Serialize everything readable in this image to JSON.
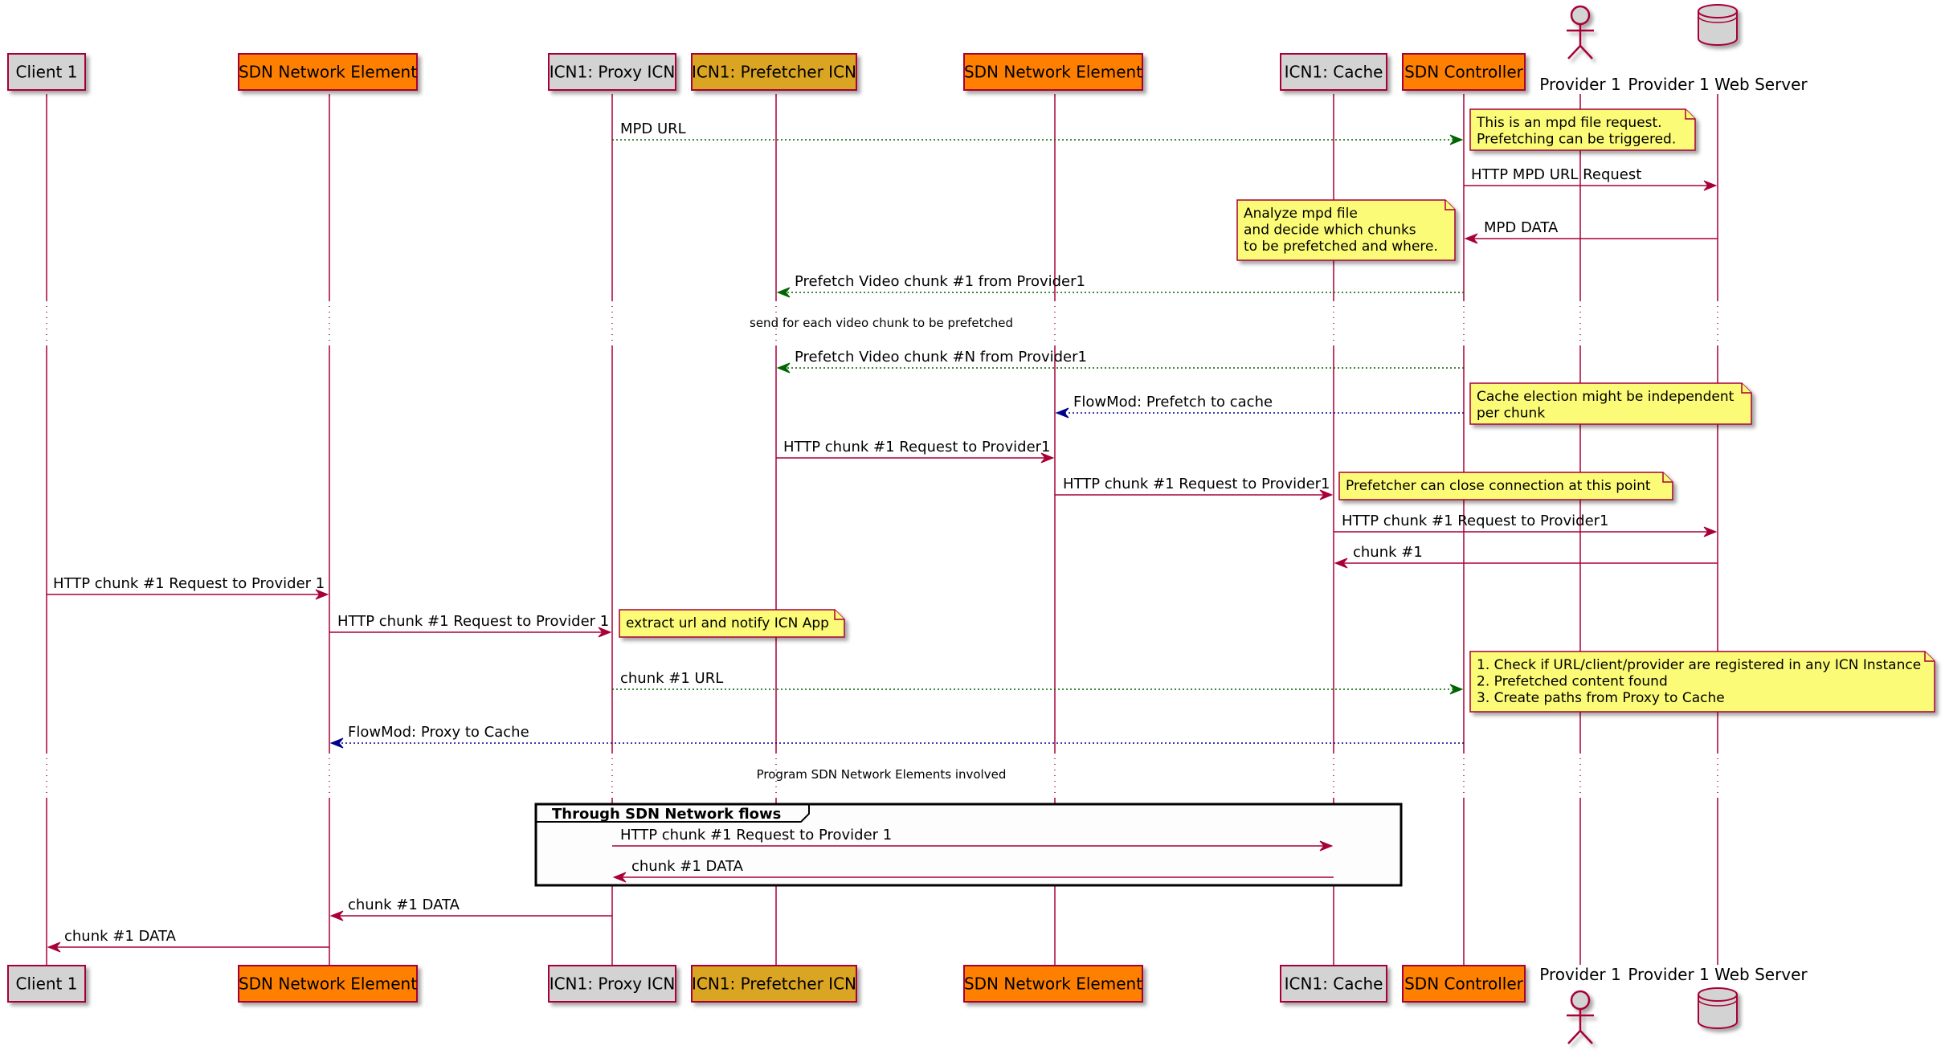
{
  "participants": [
    {
      "id": "client1",
      "label": "Client 1",
      "kind": "box",
      "fill": "#d3d3d3"
    },
    {
      "id": "sdn1",
      "label": "SDN Network Element",
      "kind": "box",
      "fill": "#ff8000"
    },
    {
      "id": "proxy",
      "label": "ICN1: Proxy ICN",
      "kind": "box",
      "fill": "#d3d3d3"
    },
    {
      "id": "prefetcher",
      "label": "ICN1: Prefetcher ICN",
      "kind": "box",
      "fill": "#daa520"
    },
    {
      "id": "sdn2",
      "label": "SDN Network Element",
      "kind": "box",
      "fill": "#ff8000"
    },
    {
      "id": "cache",
      "label": "ICN1: Cache",
      "kind": "box",
      "fill": "#d3d3d3"
    },
    {
      "id": "controller",
      "label": "SDN Controller",
      "kind": "box",
      "fill": "#ff8000"
    },
    {
      "id": "provider1",
      "label": "Provider 1",
      "kind": "actor",
      "fill": "#d3d3d3"
    },
    {
      "id": "webserver",
      "label": "Provider 1 Web Server",
      "kind": "database",
      "fill": "#d3d3d3"
    }
  ],
  "messages": [
    {
      "from": "proxy",
      "to": "controller",
      "label": "MPD URL",
      "style": "dotted",
      "color": "#006400"
    },
    {
      "from": "controller",
      "to": "webserver",
      "label": "HTTP MPD URL Request",
      "style": "solid",
      "color": "#a80036"
    },
    {
      "from": "webserver",
      "to": "controller",
      "label": "MPD DATA",
      "style": "solid",
      "color": "#a80036"
    },
    {
      "from": "controller",
      "to": "prefetcher",
      "label": "Prefetch Video chunk #1 from Provider1",
      "style": "dotted",
      "color": "#006400"
    },
    {
      "from": "controller",
      "to": "prefetcher",
      "label": "Prefetch Video chunk #N from Provider1",
      "style": "dotted",
      "color": "#006400"
    },
    {
      "from": "controller",
      "to": "sdn2",
      "label": "FlowMod: Prefetch to cache",
      "style": "dotted",
      "color": "#00008b"
    },
    {
      "from": "prefetcher",
      "to": "sdn2",
      "label": "HTTP chunk #1 Request to Provider1",
      "style": "solid",
      "color": "#a80036"
    },
    {
      "from": "sdn2",
      "to": "cache",
      "label": "HTTP chunk #1 Request to Provider1",
      "style": "solid",
      "color": "#a80036"
    },
    {
      "from": "cache",
      "to": "webserver",
      "label": "HTTP chunk #1 Request to Provider1",
      "style": "solid",
      "color": "#a80036"
    },
    {
      "from": "webserver",
      "to": "cache",
      "label": "chunk #1",
      "style": "solid",
      "color": "#a80036"
    },
    {
      "from": "client1",
      "to": "sdn1",
      "label": "HTTP chunk #1 Request to Provider 1",
      "style": "solid",
      "color": "#a80036"
    },
    {
      "from": "sdn1",
      "to": "proxy",
      "label": "HTTP chunk #1 Request to Provider 1",
      "style": "solid",
      "color": "#a80036"
    },
    {
      "from": "proxy",
      "to": "controller",
      "label": "chunk #1 URL",
      "style": "dotted",
      "color": "#006400"
    },
    {
      "from": "controller",
      "to": "sdn1",
      "label": "FlowMod: Proxy to Cache",
      "style": "dotted",
      "color": "#00008b"
    },
    {
      "from": "proxy",
      "to": "cache",
      "label": "HTTP chunk #1 Request to Provider 1",
      "style": "solid",
      "color": "#a80036"
    },
    {
      "from": "cache",
      "to": "proxy",
      "label": "chunk #1 DATA",
      "style": "solid",
      "color": "#a80036"
    },
    {
      "from": "proxy",
      "to": "sdn1",
      "label": "chunk #1 DATA",
      "style": "solid",
      "color": "#a80036"
    },
    {
      "from": "sdn1",
      "to": "client1",
      "label": "chunk #1 DATA",
      "style": "solid",
      "color": "#a80036"
    }
  ],
  "notes": [
    {
      "lines": [
        "This is an mpd file request.",
        "Prefetching can be triggered."
      ]
    },
    {
      "lines": [
        "Analyze mpd file",
        "and decide which chunks",
        "to be prefetched and where."
      ]
    },
    {
      "lines": [
        "Cache election might be independent",
        "per chunk"
      ]
    },
    {
      "lines": [
        "Prefetcher can close connection at this point"
      ]
    },
    {
      "lines": [
        "extract url and notify ICN App"
      ]
    },
    {
      "lines": [
        "1. Check if URL/client/provider are registered in any ICN Instance",
        "2. Prefetched content found",
        "3. Create paths from Proxy to Cache"
      ]
    }
  ],
  "delays": [
    {
      "label": "send for each video chunk to be prefetched"
    },
    {
      "label": "Program SDN Network Elements involved"
    }
  ],
  "group": {
    "title": "Through SDN Network flows"
  },
  "colors": {
    "lifeline": "#a80036",
    "participant_border": "#a80036",
    "note_fill": "#fbfb77",
    "note_border": "#a80036",
    "group_fill": "#fdfdfd"
  }
}
